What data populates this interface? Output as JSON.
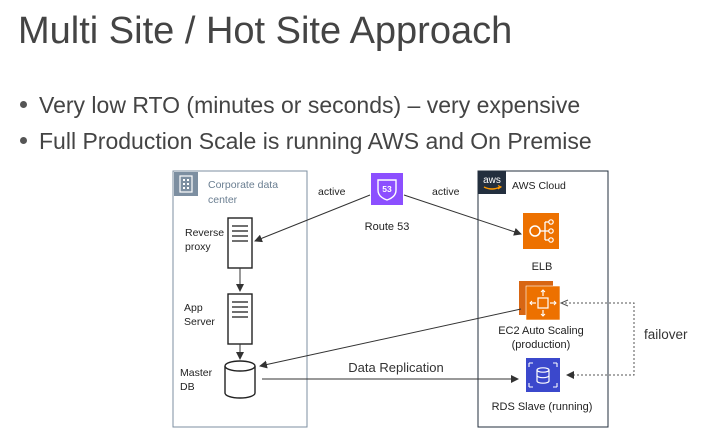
{
  "title": "Multi Site / Hot Site Approach",
  "bullets": [
    "Very low RTO (minutes or seconds) – very expensive",
    "Full Production Scale is running AWS and On Premise"
  ],
  "corporate": {
    "label": "Corporate data center",
    "reverse_proxy": [
      "Reverse",
      "proxy"
    ],
    "app_server": [
      "App",
      "Server"
    ],
    "master_db": [
      "Master",
      "DB"
    ]
  },
  "route53": {
    "label": "Route 53",
    "badge": "53"
  },
  "edges": {
    "active_left": "active",
    "active_right": "active",
    "data_replication": "Data Replication",
    "failover": "failover"
  },
  "aws": {
    "label": "AWS Cloud",
    "logo_text": "aws",
    "elb": "ELB",
    "ec2": [
      "EC2 Auto Scaling",
      "(production)"
    ],
    "rds": "RDS Slave (running)"
  },
  "colors": {
    "corporate_border": "#7d8fa1",
    "aws_border": "#232f3e",
    "route53": "#8c4fff",
    "elb": "#ed7100",
    "ec2": "#ed7100",
    "rds": "#3b48cc"
  },
  "icons": {
    "corporate": "building-icon",
    "aws": "aws-logo",
    "route53": "route53-icon",
    "elb": "load-balancer-icon",
    "ec2": "auto-scaling-icon",
    "rds": "rds-database-icon",
    "server": "server-icon",
    "database": "database-cylinder-icon"
  }
}
